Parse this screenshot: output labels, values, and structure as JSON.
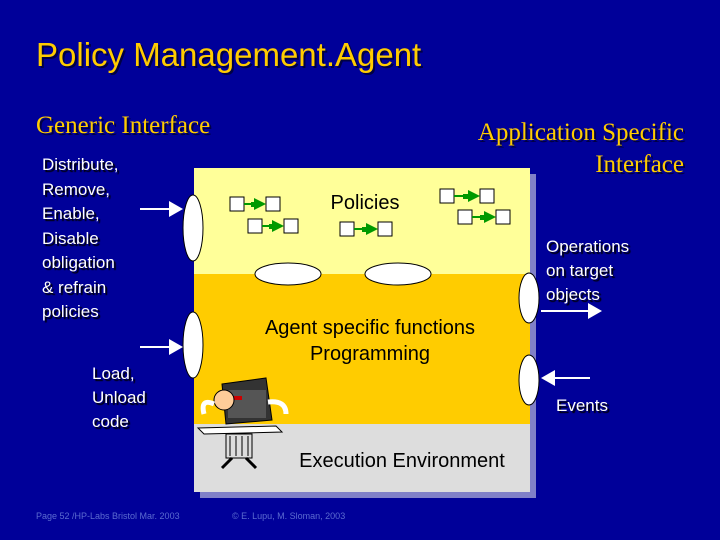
{
  "slide": {
    "title": "Policy Management.Agent",
    "generic_interface_label": "Generic Interface",
    "app_specific_interface_label": [
      "Application Specific",
      "Interface"
    ],
    "left_top_text": [
      "Distribute,",
      "Remove,",
      "Enable,",
      "Disable",
      "obligation",
      "& refrain",
      "policies"
    ],
    "left_bottom_text": [
      "Load,",
      "Unload",
      "code"
    ],
    "right_top_text": [
      "Operations",
      "on target",
      "objects"
    ],
    "right_bottom_text": "Events",
    "box": {
      "policies_label": "Policies",
      "agent_functions_label": [
        "Agent specific functions",
        "Programming"
      ],
      "execution_label": "Execution Environment"
    },
    "footer_left": "Page 52 /HP-Labs Bristol Mar. 2003",
    "footer_center": "© E. Lupu, M. Sloman, 2003"
  },
  "colors": {
    "background": "#000099",
    "title": "#ffcc00",
    "policies_layer": "#ffff99",
    "agent_layer": "#ffcc00",
    "execution_layer": "#dddddd",
    "arrow": "#ffffff"
  }
}
